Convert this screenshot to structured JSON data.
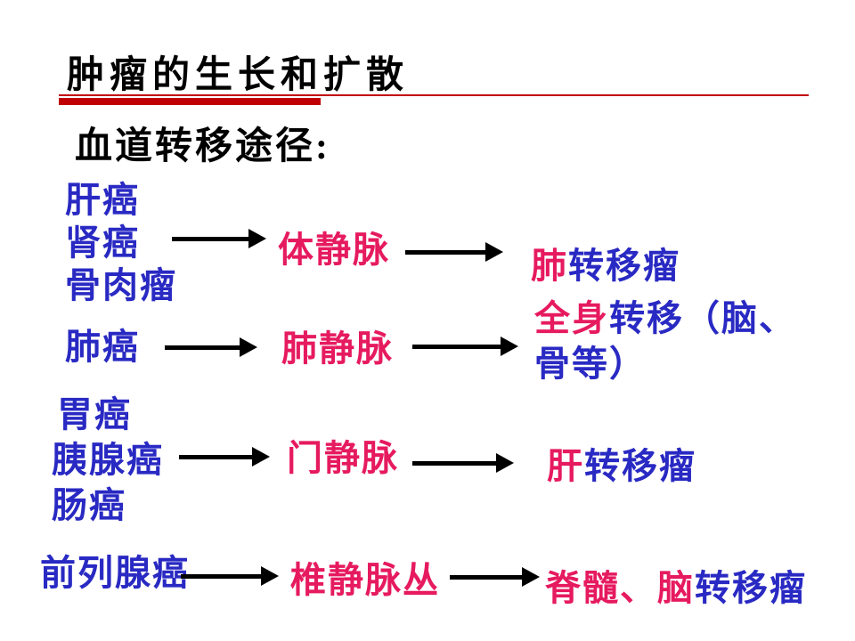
{
  "slide": {
    "title": "肿瘤的生长和扩散",
    "subtitle": "血道转移途径:",
    "colors": {
      "blue": "#2929c3",
      "pink": "#e61a5f",
      "red": "#c00000",
      "ink": "#000000"
    },
    "rows": [
      {
        "sources": [
          "肝癌",
          "肾癌",
          "骨肉瘤"
        ],
        "vein": "体静脉",
        "dest": [
          {
            "text": "肺",
            "color": "pink"
          },
          {
            "text": "转移瘤",
            "color": "blue"
          }
        ]
      },
      {
        "sources": [
          "肺癌"
        ],
        "vein": "肺静脉",
        "dest": [
          {
            "text": "全身",
            "color": "pink"
          },
          {
            "text": "转移（脑、",
            "color": "blue"
          },
          {
            "text": "骨等）",
            "color": "blue"
          }
        ]
      },
      {
        "sources": [
          "胃癌",
          "胰腺癌",
          "肠癌"
        ],
        "vein": "门静脉",
        "dest": [
          {
            "text": "肝",
            "color": "pink"
          },
          {
            "text": "转移瘤",
            "color": "blue"
          }
        ]
      },
      {
        "sources": [
          "前列腺癌"
        ],
        "vein": "椎静脉丛",
        "dest": [
          {
            "text": "脊髓、脑",
            "color": "pink"
          },
          {
            "text": "转移瘤",
            "color": "blue"
          }
        ]
      }
    ]
  }
}
